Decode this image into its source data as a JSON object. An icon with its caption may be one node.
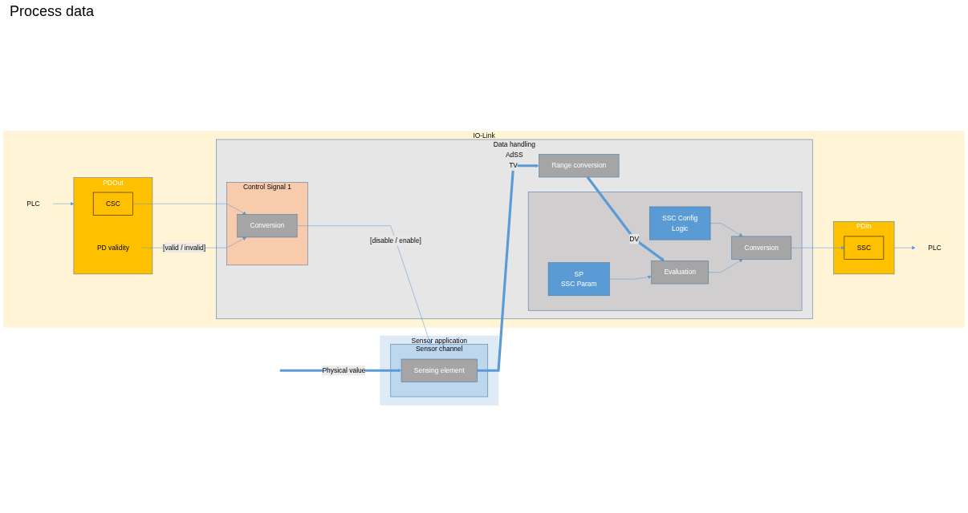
{
  "diagram": {
    "nodes": [
      {
        "text": [
          "Sensor application"
        ]
      },
      {
        "text": [
          "IO-Link"
        ]
      },
      {
        "text": [
          "Sensor channel"
        ],
        "in": 0
      },
      {
        "text": [
          "Sensing element"
        ],
        "in": 2
      },
      {
        "text": [
          "Data handling",
          "AdSS"
        ],
        "in": 1
      },
      {
        "text": [
          "Range conversion"
        ],
        "in": 4
      },
      {
        "text": [],
        "shape": "box",
        "in": 4
      },
      {
        "text": [
          "SSC Config",
          "Logic"
        ],
        "in": 6
      },
      {
        "text": [
          "Evaluation"
        ],
        "in": 6
      },
      {
        "text": [
          "Conversion"
        ],
        "in": 6
      },
      {
        "text": [
          "SP",
          "SSC Param"
        ],
        "in": 6
      },
      {
        "text": [
          "Control Signal 1"
        ],
        "in": 4
      },
      {
        "text": [
          "Conversion"
        ],
        "in": 11
      },
      {
        "text": [
          "PDIn"
        ],
        "in": 1
      },
      {
        "text": [
          "SSC"
        ],
        "in": 13
      },
      {
        "text": [
          "PDOut"
        ],
        "in": 1
      },
      {
        "text": [
          "CSC"
        ],
        "in": 15
      },
      {
        "text": [
          "PD validity"
        ],
        "in": 15
      },
      {
        "text": [
          "PLC"
        ],
        "in": 1
      },
      {
        "text": [
          "PLC"
        ],
        "in": 1
      }
    ],
    "edges": [
      {
        "from": null,
        "to": 3,
        "arrow": "to",
        "label": "Physical value",
        "style": "thick"
      },
      {
        "from": 3,
        "to": 5,
        "arrow": "to",
        "label": "TV",
        "style": "thick"
      },
      {
        "from": 5,
        "to": 8,
        "arrow": "to",
        "label": "DV",
        "style": "thick"
      },
      {
        "from": 10,
        "to": 8,
        "arrow": "to"
      },
      {
        "from": 7,
        "to": 9,
        "arrow": "to"
      },
      {
        "from": 8,
        "to": 9,
        "arrow": "to"
      },
      {
        "from": 9,
        "to": 14,
        "arrow": "to"
      },
      {
        "from": 13,
        "to": 18,
        "arrow": "to"
      },
      {
        "from": 16,
        "to": 12,
        "arrow": "to"
      },
      {
        "from": 17,
        "to": 12,
        "arrow": "to",
        "label": "[valid / invalid]"
      },
      {
        "from": 12,
        "to": 2,
        "arrow": "to",
        "label": "[disable / enable]"
      },
      {
        "from": 19,
        "to": 15,
        "arrow": "to"
      }
    ],
    "labels": [
      "Process data"
    ]
  }
}
